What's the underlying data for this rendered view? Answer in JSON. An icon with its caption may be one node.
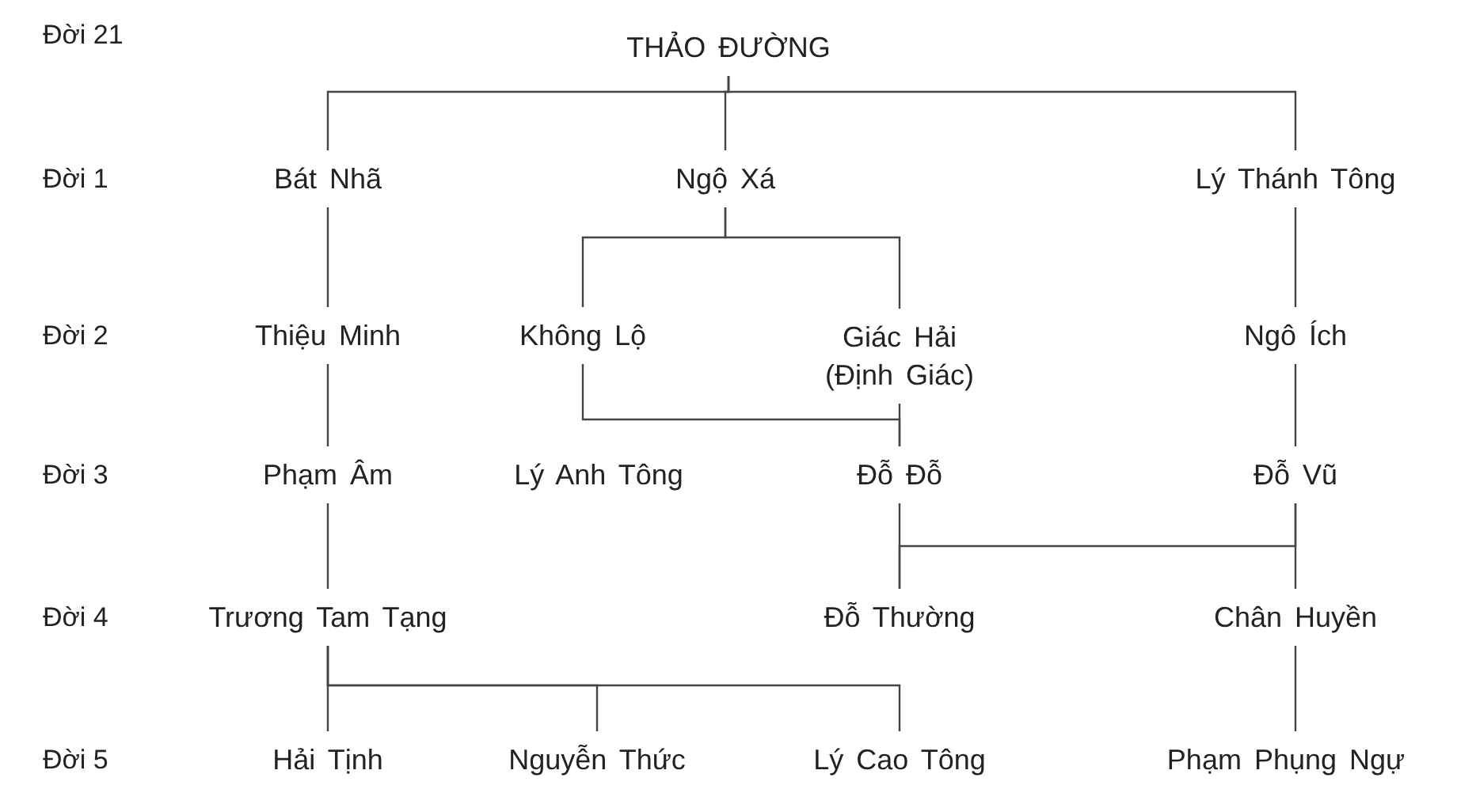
{
  "diagram": {
    "nodes": [
      {
        "text": [
          "THẢO ĐƯỜNG"
        ]
      },
      {
        "text": [
          "Bát Nhã"
        ]
      },
      {
        "text": [
          "Ngộ Xá"
        ]
      },
      {
        "text": [
          "Lý Thánh Tông"
        ]
      },
      {
        "text": [
          "Thiệu Minh"
        ]
      },
      {
        "text": [
          "Không Lộ"
        ]
      },
      {
        "text": [
          "Giác Hải (Định Giác)"
        ]
      },
      {
        "text": [
          "Ngô Ích"
        ]
      },
      {
        "text": [
          "Phạm Âm"
        ]
      },
      {
        "text": [
          "Lý Anh Tông"
        ]
      },
      {
        "text": [
          "Đỗ Đỗ"
        ]
      },
      {
        "text": [
          "Đỗ Vũ"
        ]
      },
      {
        "text": [
          "Trương Tam Tạng"
        ]
      },
      {
        "text": [
          "Đỗ Thường"
        ]
      },
      {
        "text": [
          "Chân Huyền"
        ]
      },
      {
        "text": [
          "Hải Tịnh"
        ]
      },
      {
        "text": [
          "Nguyễn Thức"
        ]
      },
      {
        "text": [
          "Lý Cao Tông"
        ]
      },
      {
        "text": [
          "Phạm Phụng Ngự"
        ]
      }
    ],
    "edges": [
      {
        "from": 0,
        "to": 1,
        "arrow": "none"
      },
      {
        "from": 0,
        "to": 2,
        "arrow": "none"
      },
      {
        "from": 0,
        "to": 3,
        "arrow": "none"
      },
      {
        "from": 1,
        "to": 4,
        "arrow": "none"
      },
      {
        "from": 2,
        "to": 5,
        "arrow": "none"
      },
      {
        "from": 2,
        "to": 6,
        "arrow": "none"
      },
      {
        "from": 3,
        "to": 7,
        "arrow": "none"
      },
      {
        "from": 4,
        "to": 8,
        "arrow": "none"
      },
      {
        "from": 5,
        "to": 10,
        "arrow": "none"
      },
      {
        "from": 6,
        "to": 10,
        "arrow": "none"
      },
      {
        "from": 7,
        "to": 11,
        "arrow": "none"
      },
      {
        "from": 8,
        "to": 12,
        "arrow": "none"
      },
      {
        "from": 10,
        "to": 13,
        "arrow": "none"
      },
      {
        "from": 11,
        "to": 14,
        "arrow": "none"
      },
      {
        "from": 11,
        "to": 13,
        "arrow": "none"
      },
      {
        "from": 12,
        "to": 15,
        "arrow": "none"
      },
      {
        "from": 12,
        "to": 16,
        "arrow": "none"
      },
      {
        "from": 12,
        "to": 17,
        "arrow": "none"
      },
      {
        "from": 14,
        "to": 18,
        "arrow": "none"
      }
    ],
    "labels": [
      "Đời 21",
      "Đời 1",
      "Đời 2",
      "Đời 3",
      "Đời 4",
      "Đời 5"
    ]
  }
}
